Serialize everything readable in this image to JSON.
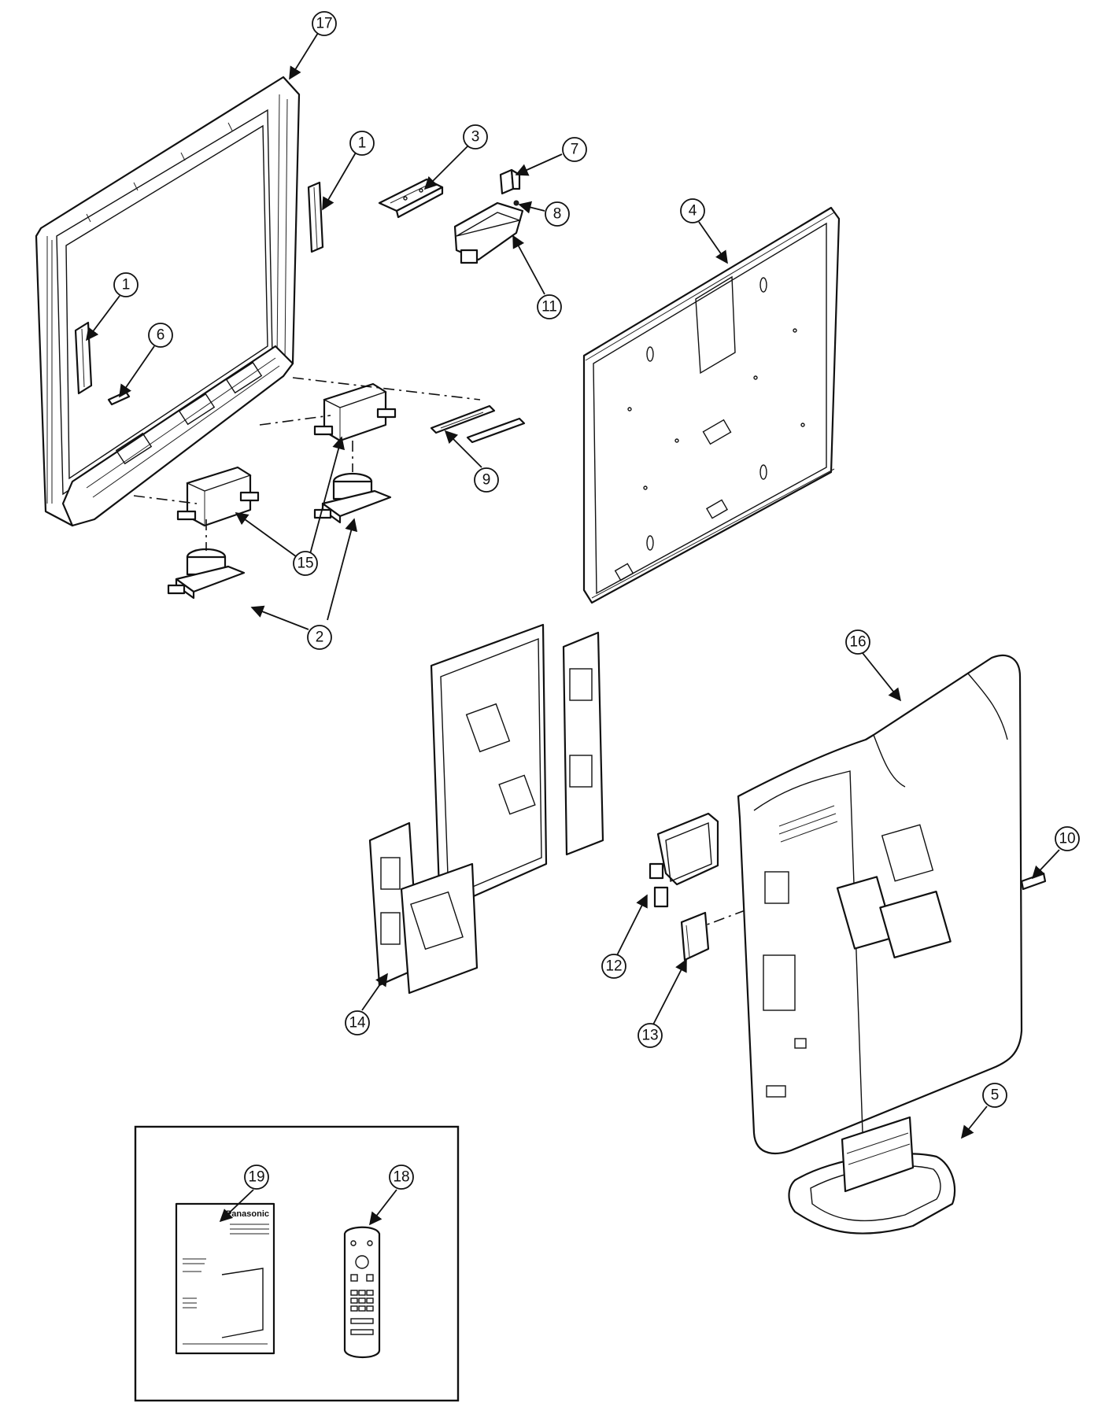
{
  "callouts": [
    {
      "id": "c17",
      "label": "17"
    },
    {
      "id": "c1a",
      "label": "1"
    },
    {
      "id": "c3",
      "label": "3"
    },
    {
      "id": "c7",
      "label": "7"
    },
    {
      "id": "c8",
      "label": "8"
    },
    {
      "id": "c4",
      "label": "4"
    },
    {
      "id": "c11",
      "label": "11"
    },
    {
      "id": "c1b",
      "label": "1"
    },
    {
      "id": "c6",
      "label": "6"
    },
    {
      "id": "c9",
      "label": "9"
    },
    {
      "id": "c15",
      "label": "15"
    },
    {
      "id": "c2",
      "label": "2"
    },
    {
      "id": "c16",
      "label": "16"
    },
    {
      "id": "c10",
      "label": "10"
    },
    {
      "id": "c12",
      "label": "12"
    },
    {
      "id": "c13",
      "label": "13"
    },
    {
      "id": "c14",
      "label": "14"
    },
    {
      "id": "c5",
      "label": "5"
    },
    {
      "id": "c19",
      "label": "19"
    },
    {
      "id": "c18",
      "label": "18"
    }
  ],
  "manual": {
    "brand": "Panasonic"
  }
}
